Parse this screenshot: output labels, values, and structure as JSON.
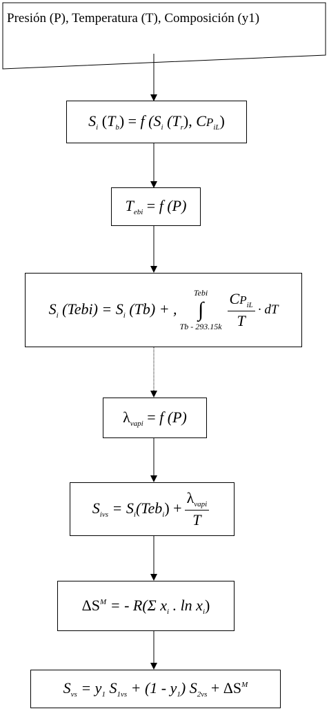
{
  "input": {
    "text": "Presión (P), Temperatura (T), Composición (y1)"
  },
  "box1": {
    "S": "S",
    "sub_i": "i",
    "lp1": " (",
    "T": "T",
    "sub_b": "b",
    "rp1": ") = ",
    "f": "f",
    "mid": " (S",
    "sub_i2": "i",
    "lp2": " (T",
    "sub_r": "r",
    "rp2": "), ",
    "C": "C",
    "P": "P",
    "sub_iL": "iL",
    "rp3": ")"
  },
  "box2": {
    "T": "T",
    "sub": "ebi",
    "eq": " = ",
    "f": "f",
    "rest": " (P)"
  },
  "box3": {
    "lhs": "S",
    "sub_i": "i",
    "lhs2": " (Tebi) = S",
    "sub_i2": "i",
    "lhs3": " (Tb) + ,",
    "int_upper": "Tebi",
    "int_lower": "Tb - 293.15k",
    "num_C": "C",
    "num_P": "P",
    "num_sub": "iL",
    "den": "T",
    "tail": "· dT"
  },
  "box4": {
    "lambda": "λ",
    "sub": "vapi",
    "eq": " = ",
    "f": "f",
    "rest": " (P)"
  },
  "box5": {
    "S": "S",
    "sub": "ivs",
    "mid": " = S",
    "sub_i": "i",
    "mid2": "(Teb",
    "sub_i2": "i",
    "mid3": ") + ",
    "num_lambda": "λ",
    "num_sub": "vapi",
    "den": "T"
  },
  "box6": {
    "delta": "ΔS",
    "sup": "M",
    "mid": " = - R(Σ x",
    "sub_i": "i",
    "mid2": " . ln x",
    "sub_i2": "i",
    "end": ")"
  },
  "box7": {
    "S": "S",
    "sub_vs": "vs",
    "mid": " = y",
    "sub_1": "1",
    "s1": " S",
    "sub_1vs": "1vs",
    "plus": " + (1 - y",
    "sub_1b": "1",
    "s2": ") S",
    "sub_2vs": "2vs",
    "plus2": " + ΔS",
    "sup": "M"
  }
}
